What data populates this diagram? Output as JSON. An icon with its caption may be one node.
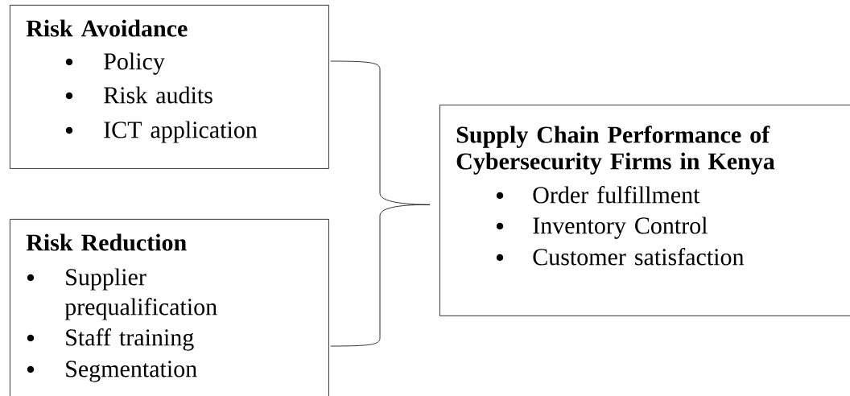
{
  "diagram": {
    "nodes": [
      {
        "text": [
          "Risk Avoidance",
          "Policy",
          "Risk audits",
          "ICT application"
        ]
      },
      {
        "text": [
          "Risk Reduction",
          "Supplier prequalification",
          "Staff training",
          "Segmentation"
        ]
      },
      {
        "text": [
          "Supply Chain Performance of Cybersecurity Firms in Kenya",
          "Order fulfillment",
          "Inventory Control",
          "Customer satisfaction"
        ]
      }
    ],
    "edges": [
      {
        "from": 0,
        "to": 2,
        "arrow": "none"
      },
      {
        "from": 1,
        "to": 2,
        "arrow": "none"
      }
    ]
  }
}
